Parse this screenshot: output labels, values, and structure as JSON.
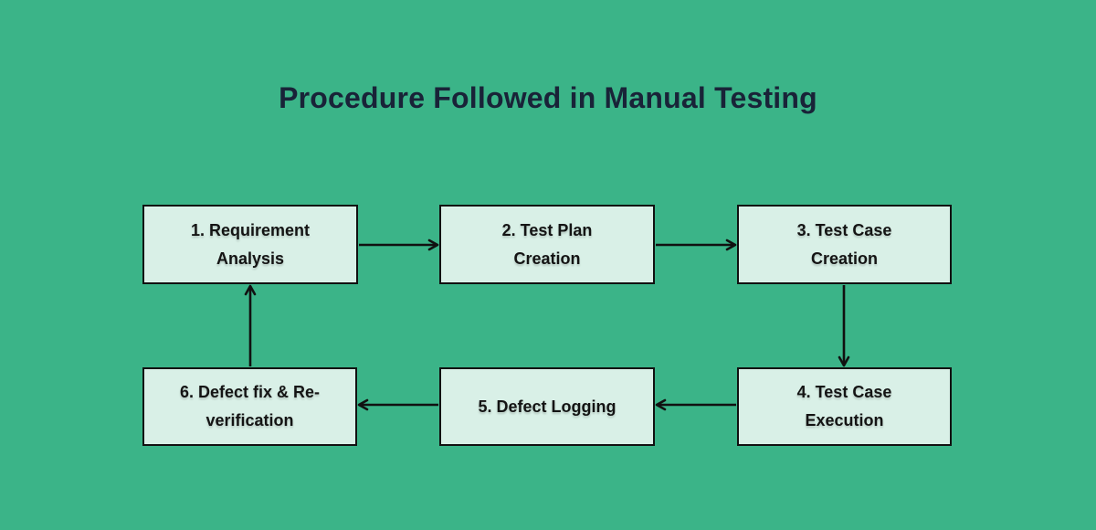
{
  "title": "Procedure Followed in Manual Testing",
  "colors": {
    "background": "#3bb488",
    "box_fill": "#d9f0e7",
    "box_border": "#111111",
    "arrow": "#111111",
    "title_color": "#192338",
    "box_text": "#141414"
  },
  "boxes": [
    {
      "id": "requirement-analysis",
      "step": 1,
      "line1": "1. Requirement",
      "line2": "Analysis"
    },
    {
      "id": "test-plan-creation",
      "step": 2,
      "line1": "2. Test Plan",
      "line2": "Creation"
    },
    {
      "id": "test-case-creation",
      "step": 3,
      "line1": "3. Test Case",
      "line2": "Creation"
    },
    {
      "id": "test-case-execution",
      "step": 4,
      "line1": "4. Test Case",
      "line2": "Execution"
    },
    {
      "id": "defect-logging",
      "step": 5,
      "line1": "5. Defect Logging",
      "line2": ""
    },
    {
      "id": "defect-fix-reverification",
      "step": 6,
      "line1": "6. Defect fix & Re-",
      "line2": "verification"
    }
  ],
  "flow_edges": [
    {
      "from": 1,
      "to": 2,
      "direction": "right"
    },
    {
      "from": 2,
      "to": 3,
      "direction": "right"
    },
    {
      "from": 3,
      "to": 4,
      "direction": "down"
    },
    {
      "from": 4,
      "to": 5,
      "direction": "left"
    },
    {
      "from": 5,
      "to": 6,
      "direction": "left"
    },
    {
      "from": 6,
      "to": 1,
      "direction": "up"
    }
  ]
}
